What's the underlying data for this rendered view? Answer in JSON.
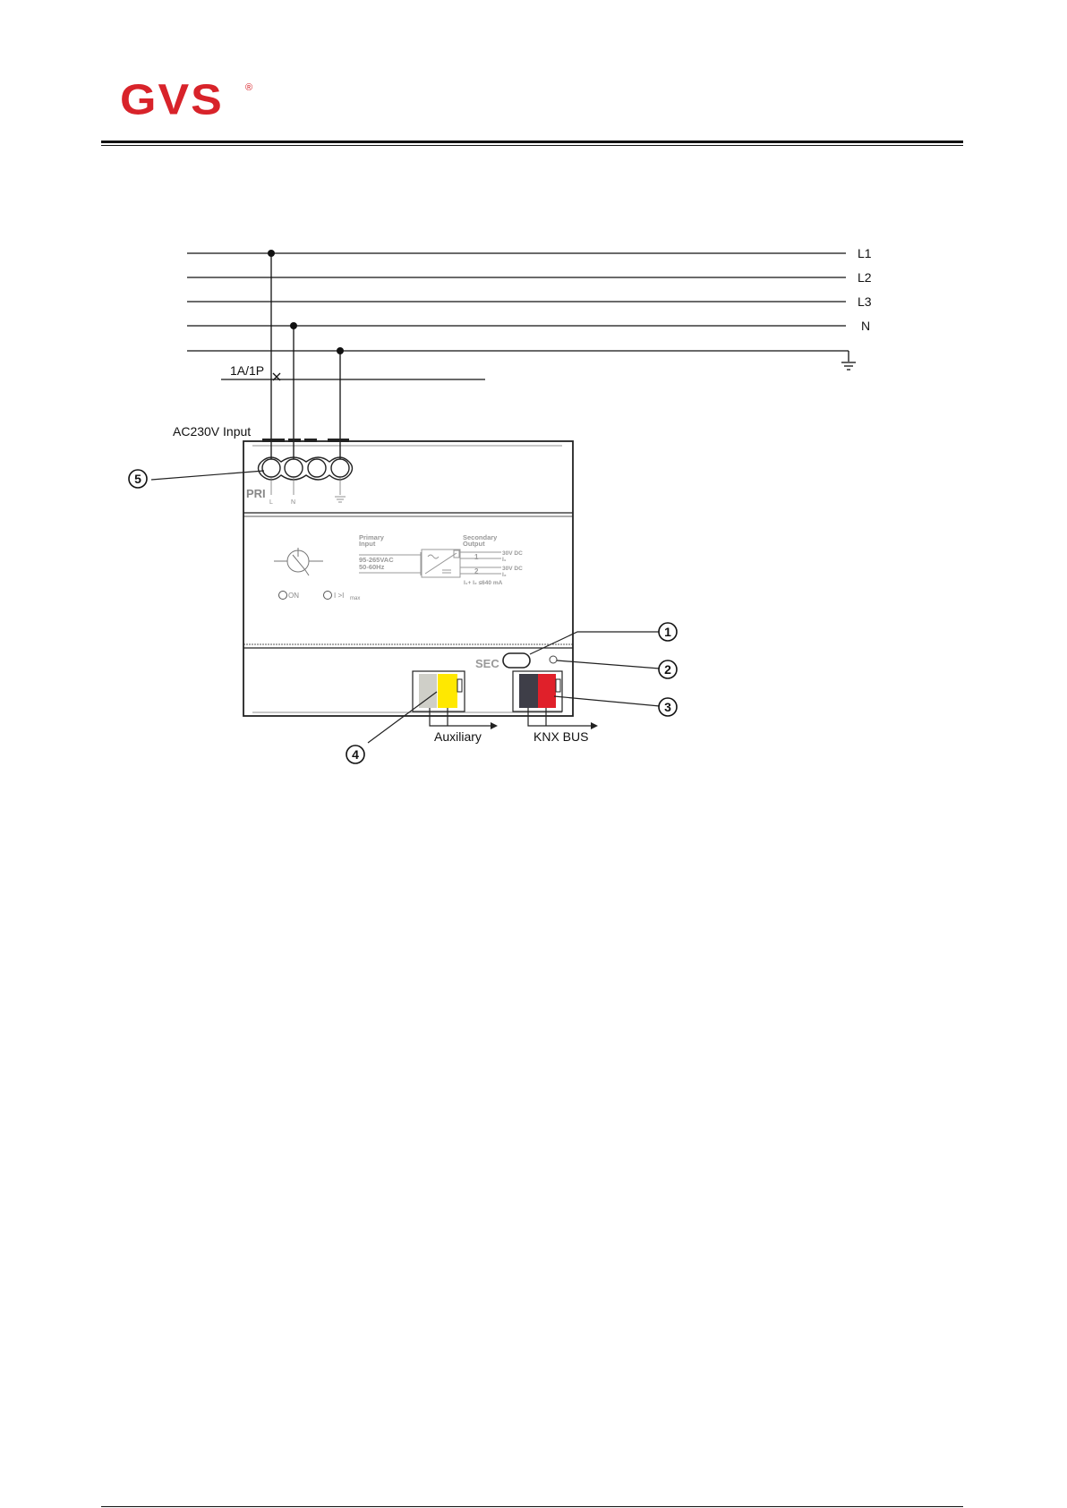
{
  "header": {
    "logo_text": "GVS",
    "logo_mark": "®",
    "brand_color": "#d8232a"
  },
  "diagram": {
    "lines": {
      "l1": "L1",
      "l2": "L2",
      "l3": "L3",
      "n": "N"
    },
    "breaker_label": "1A/1P",
    "input_label": "AC230V  Input",
    "terminal_block": {
      "label": "PRI",
      "terminals": [
        "L",
        "N"
      ]
    },
    "front_panel": {
      "primary_title": [
        "Primary",
        "Input"
      ],
      "primary_specs": [
        "95-265VAC",
        "50-60Hz"
      ],
      "secondary_title": [
        "Secondary",
        "Output"
      ],
      "out1_num": "1",
      "out1_volt": "30V DC",
      "out1_cur": "I₁",
      "out2_num": "2",
      "out2_volt": "30V DC",
      "out2_cur": "I₂",
      "total_current": "I₁+ I₂ ≤640 mA",
      "led_on": "ON",
      "led_max": "I >I",
      "led_max_sub": "max"
    },
    "sec_label": "SEC",
    "auxiliary_label": "Auxiliary",
    "knx_label": "KNX BUS",
    "callouts": [
      "1",
      "2",
      "3",
      "4",
      "5"
    ],
    "connector_colors": {
      "aux_grey": "#cfcfc8",
      "aux_yellow": "#ffe800",
      "knx_dark": "#3e3e48",
      "knx_red": "#e0202a"
    }
  }
}
